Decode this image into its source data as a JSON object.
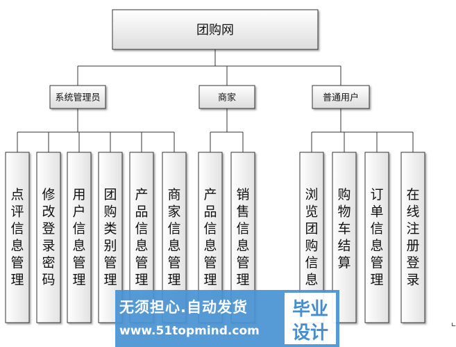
{
  "root": {
    "label": "团购网"
  },
  "groups": [
    {
      "label": "系统管理员",
      "children": [
        "点评信息管理",
        "修改登录密码",
        "用户信息管理",
        "团购类别管理",
        "产品信息管理",
        "商家信息管理"
      ]
    },
    {
      "label": "商家",
      "children": [
        "产品信息管理",
        "销售信息管理"
      ]
    },
    {
      "label": "普通用户",
      "children": [
        "浏览团购信息",
        "购物车结算",
        "订单信息管理",
        "在线注册登录"
      ]
    }
  ],
  "watermark": {
    "line1": "无须担心.自动发货",
    "line2": "www.51topmind.com",
    "logo_line1": "毕业",
    "logo_line2": "设计"
  },
  "colors": {
    "line": "#333333",
    "box_border": "#333333",
    "box_fill_top": "#ffffff",
    "box_fill_bottom": "#dedede",
    "watermark_bg": "#4a93d3"
  }
}
